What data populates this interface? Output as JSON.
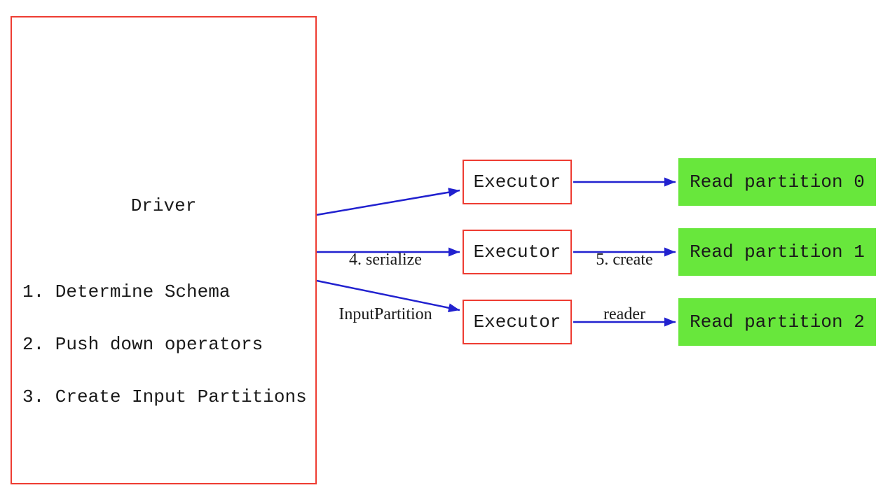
{
  "diagram": {
    "driver": {
      "title": "Driver",
      "steps": [
        "1. Determine Schema",
        "2. Push down operators",
        "3. Create Input Partitions"
      ]
    },
    "executors": [
      {
        "label": "Executor"
      },
      {
        "label": "Executor"
      },
      {
        "label": "Executor"
      }
    ],
    "partitions": [
      {
        "label": "Read partition 0"
      },
      {
        "label": "Read partition 1"
      },
      {
        "label": "Read partition 2"
      }
    ],
    "edge_labels": {
      "serialize": {
        "line1": "4. serialize",
        "line2": "InputPartition"
      },
      "create_reader": {
        "line1": "5. create",
        "line2": "reader"
      }
    },
    "colors": {
      "background": "#ffffff",
      "box_border": "#ee3c32",
      "arrow": "#2121cf",
      "partition_fill": "#68e73c",
      "text": "#1a1a1a"
    }
  }
}
